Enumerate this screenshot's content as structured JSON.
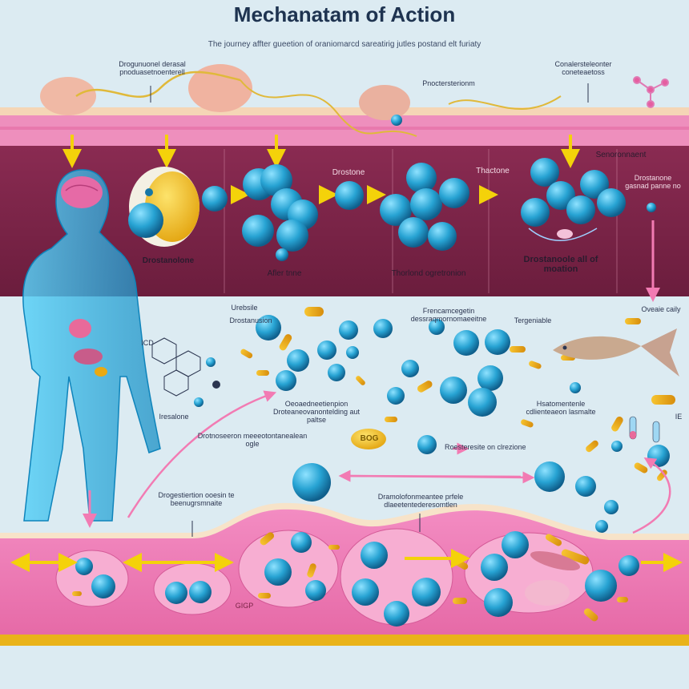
{
  "title": "Mechanatam of Action",
  "subtitle": "The journey affter gueetion of oraniomarcd sareatirig jutles postand elt furiaty",
  "top_labels": {
    "absorption_note": "Drogunuonel derasal pnoduasetnoenterell",
    "reaction_note": "Pnoctersterionm",
    "conclusion_note": "Conalersteleonter coneteaetoss"
  },
  "band_labels": {
    "stage1_name": "Drostanolone",
    "stage2_header": "Drostone",
    "stage2_caption": "Afler tnne",
    "stage3_header": "Thactone",
    "stage3_caption": "Thorlond ogretronion",
    "stage4_header": "Senoronnaent",
    "stage4_caption": "Drostanoole all of moation",
    "side_note": "Drostanone gasnad panne no"
  },
  "middle_labels": {
    "urebsile": "Urebsile",
    "drostanusion": "Drostanusion",
    "process_center": "Frencamcegetin dessraqmornomaeeitne",
    "targeting": "Tergeniable",
    "overall": "Oveaie caily",
    "iresulone": "Iresalone",
    "central_caption": "Oeoaedneetienpion Droteaneovanontelding aut paltse",
    "right_caption": "Hsatomentenle cdlienteaeon lasmalte",
    "fine_mark": "IE",
    "left_caption": "Drotnoseeron meeeotontanealean ogle",
    "resection": "Roesteresite on clrezione",
    "pill_marking": "BOG",
    "small_formula": "ICD"
  },
  "bottom_labels": {
    "bloodstream_note": "Drogestiertion ooesin te beenugrsmnaite",
    "tissue_note": "Dramolofonmeantee prfele dlaeetentederesomtlen",
    "membrane_label": "GIGP"
  },
  "colors": {
    "sphere": "#27a3d3",
    "sphere_dark": "#1677a6",
    "band": "#7a2446",
    "band_dark": "#5e1936",
    "skin_pink": "#e986b4",
    "tissue_pink": "#f07bb8",
    "yellow_arrow": "#f4d20a",
    "pink_arrow": "#f27bb3",
    "capsule": "#e9a912",
    "body_blue": "#30b9e6",
    "brain": "#e66aa6"
  },
  "icons": [
    "down-arrow-icon",
    "right-arrow-icon",
    "double-arrow-icon",
    "fish-icon",
    "brain-icon",
    "molecule-icon",
    "pill-icon"
  ]
}
